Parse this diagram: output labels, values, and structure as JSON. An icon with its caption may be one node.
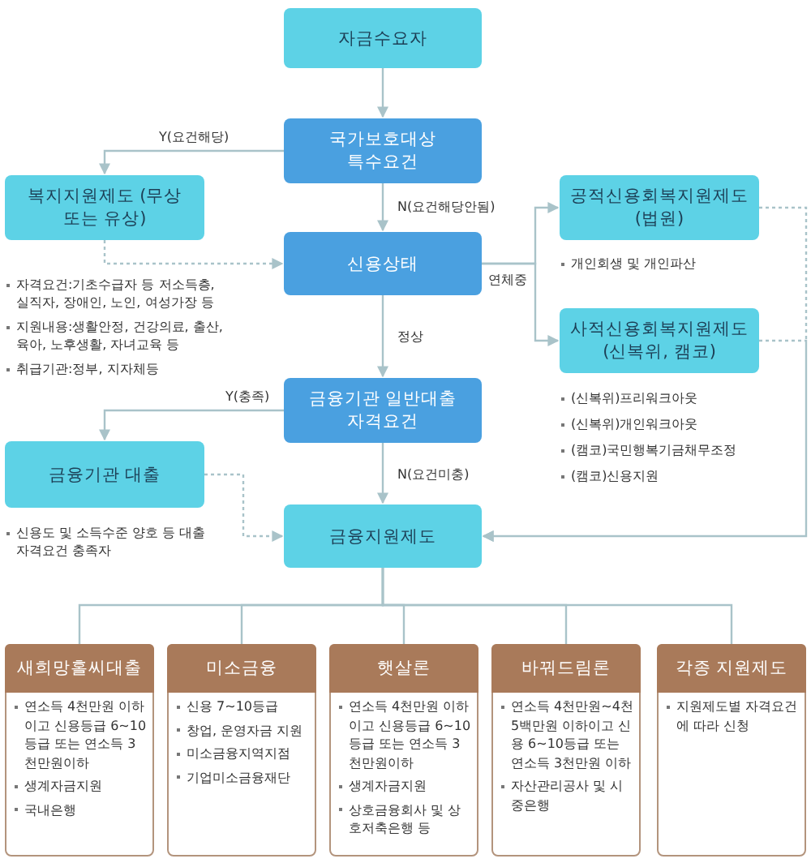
{
  "diagram": {
    "nodes": [
      {
        "text": [
          "자금수요자"
        ]
      },
      {
        "text": [
          "국가보호대상 특수요건"
        ]
      },
      {
        "text": [
          "복지지원제도 (무상 또는 유상)"
        ],
        "beside": [
          "자격요건:기초수급자 등 저소득층, 실직자, 장애인, 노인, 여성가장 등",
          "지원내용:생활안정, 건강의료, 출산, 육아, 노후생활, 자녀교육 등",
          "취급기관:정부, 지자체등"
        ]
      },
      {
        "text": [
          "신용상태"
        ]
      },
      {
        "text": [
          "공적신용회복지원제도 (법원)"
        ],
        "beside": [
          "개인회생 및 개인파산"
        ]
      },
      {
        "text": [
          "사적신용회복지원제도 (신복위, 캠코)"
        ],
        "beside": [
          "(신복위)프리워크아웃",
          "(신복위)개인워크아웃",
          "(캠코)국민행복기금채무조정",
          "(캠코)신용지원"
        ]
      },
      {
        "text": [
          "금융기관 일반대출 자격요건"
        ]
      },
      {
        "text": [
          "금융기관 대출"
        ],
        "beside": [
          "신용도 및 소득수준 양호 등 대출 자격요건 충족자"
        ]
      },
      {
        "text": [
          "금융지원제도"
        ]
      },
      {
        "text": [
          "새희망홀씨대출",
          "연소득 4천만원 이하이고 신용등급 6~10등급 또는 연소득 3천만원이하",
          "생계자금지원",
          "국내은행"
        ]
      },
      {
        "text": [
          "미소금융",
          "신용 7~10등급",
          "창업, 운영자금 지원",
          "미소금융지역지점",
          "기업미소금융재단"
        ]
      },
      {
        "text": [
          "햇살론",
          "연소득 4천만원 이하이고 신용등급 6~10등급 또는 연소득 3천만원이하",
          "생계자금지원",
          "상호금융회사 및 상호저축은행 등"
        ]
      },
      {
        "text": [
          "바꿔드림론",
          "연소득 4천만원~4천5백만원 이하이고 신용 6~10등급 또는 연소득 3천만원 이하",
          "자산관리공사 및 시중은행"
        ]
      },
      {
        "text": [
          "각종 지원제도",
          "지원제도별 자격요건에 따라 신청"
        ]
      }
    ],
    "edges": [
      {
        "from": 0,
        "to": 1,
        "arrow": "to"
      },
      {
        "from": 1,
        "to": 2,
        "arrow": "to",
        "label": "Y(요건해당)"
      },
      {
        "from": 1,
        "to": 3,
        "arrow": "to",
        "label": "N(요건해당안됨)"
      },
      {
        "from": 2,
        "to": 3,
        "arrow": "to",
        "style": "dashed"
      },
      {
        "from": 3,
        "to": 4,
        "arrow": "to",
        "label": "연체중"
      },
      {
        "from": 3,
        "to": 5,
        "arrow": "to"
      },
      {
        "from": 3,
        "to": 6,
        "arrow": "to",
        "label": "정상"
      },
      {
        "from": 6,
        "to": 7,
        "arrow": "to",
        "label": "Y(충족)"
      },
      {
        "from": 6,
        "to": 8,
        "arrow": "to",
        "label": "N(요건미충)"
      },
      {
        "from": 7,
        "to": 8,
        "arrow": "to",
        "style": "dashed"
      },
      {
        "from": 4,
        "to": 8,
        "arrow": "to",
        "style": "dashed"
      },
      {
        "from": 5,
        "to": 8,
        "arrow": "to",
        "style": "dashed"
      },
      {
        "from": 8,
        "to": 9,
        "arrow": "none"
      },
      {
        "from": 8,
        "to": 10,
        "arrow": "none"
      },
      {
        "from": 8,
        "to": 11,
        "arrow": "none"
      },
      {
        "from": 8,
        "to": 12,
        "arrow": "none"
      },
      {
        "from": 8,
        "to": 13,
        "arrow": "none"
      }
    ]
  }
}
